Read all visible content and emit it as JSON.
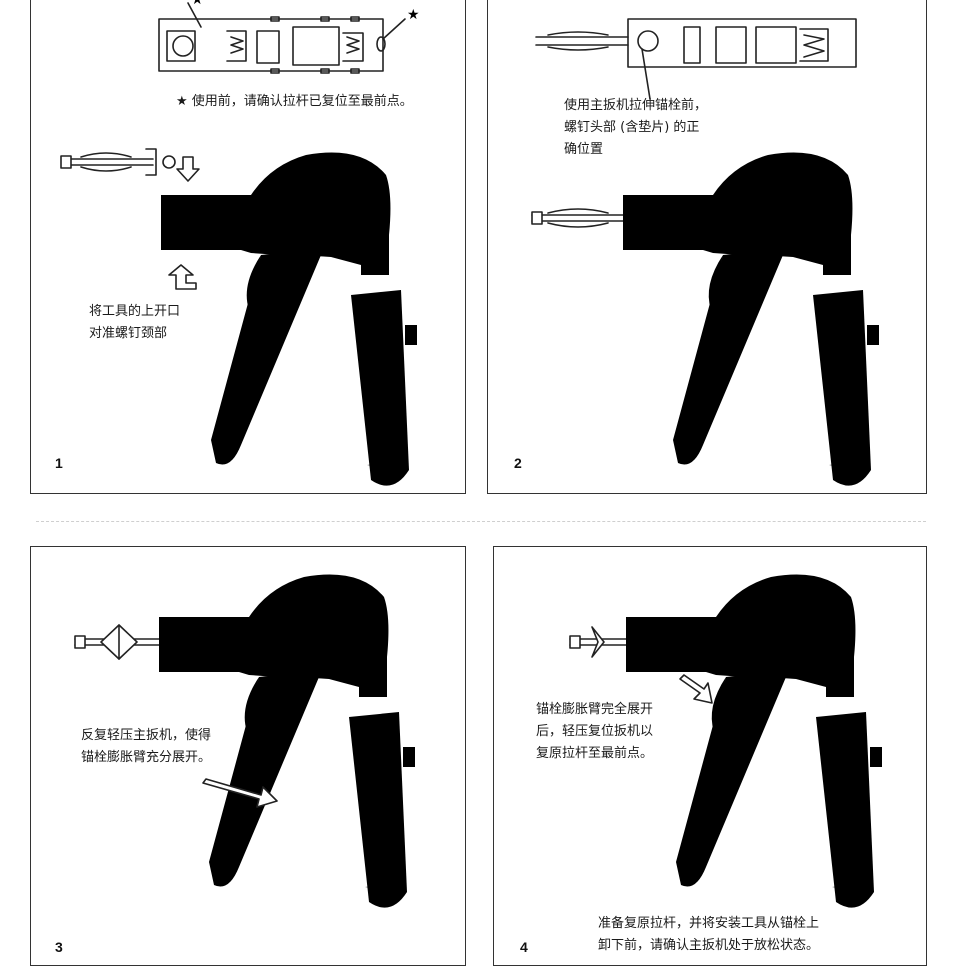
{
  "steps": [
    {
      "number": "1",
      "top_note": "★ 使用前，请确认拉杆已复位至最前点。",
      "note": "将工具的上开口\n对准螺钉颈部"
    },
    {
      "number": "2",
      "note": "使用主扳机拉伸锚栓前，\n螺钉头部 (含垫片) 的正\n确位置"
    },
    {
      "number": "3",
      "note": "反复轻压主扳机，使得\n锚栓膨胀臂充分展开。"
    },
    {
      "number": "4",
      "note": "锚栓膨胀臂完全展开\n后，轻压复位扳机以\n复原拉杆至最前点。",
      "bottom_note": "准备复原拉杆，并将安装工具从锚栓上\n卸下前，请确认主扳机处于放松状态。"
    }
  ],
  "icons": {
    "star": "star-icon",
    "arrow": "arrow-icon"
  }
}
